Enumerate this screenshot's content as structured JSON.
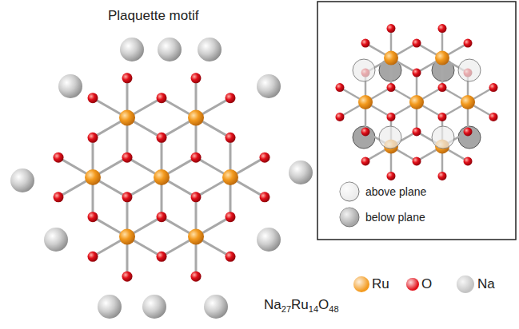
{
  "diagram": {
    "labels": [
      "Plaquette motif",
      "Na27Ru14O48"
    ],
    "legend": [
      {
        "text": "Ru",
        "color": "#f39a1e"
      },
      {
        "text": "O",
        "color": "#e2101a"
      },
      {
        "text": "Na",
        "color": "#c4c4c4"
      },
      {
        "text": "above plane",
        "color": "#ececec"
      },
      {
        "text": "below plane",
        "color": "#a6a6a6"
      }
    ]
  }
}
